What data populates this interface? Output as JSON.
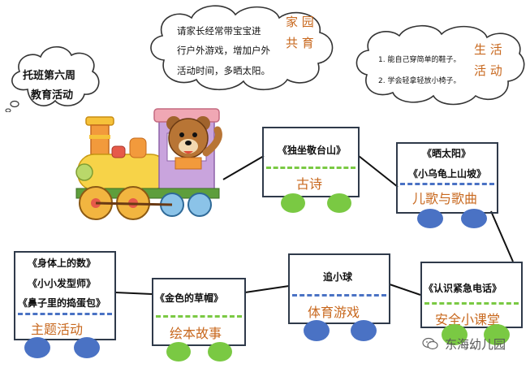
{
  "title_cloud": {
    "line1": "托班第六周",
    "line2": "教育活动"
  },
  "home_garden": {
    "heading_line1": "家 园",
    "heading_line2": "共 育",
    "text_lines": [
      "请家长经常带宝宝进",
      "行户外游戏，增加户外",
      "活动时间，多晒太阳。"
    ]
  },
  "life_activity": {
    "heading_line1": "生 活",
    "heading_line2": "活 动",
    "items": [
      "1. 能自己穿简单的鞋子。",
      "2. 学会轻拿轻放小椅子。"
    ]
  },
  "cars": {
    "poem": {
      "items": [
        "《独坐敬台山》"
      ],
      "category": "古诗"
    },
    "songs": {
      "items": [
        "《晒太阳》",
        "《小乌龟上山坡》"
      ],
      "category": "儿歌与歌曲"
    },
    "safety": {
      "items": [
        "《认识紧急电话》"
      ],
      "category": "安全小课堂"
    },
    "sports": {
      "items": [
        "追小球"
      ],
      "category": "体育游戏"
    },
    "picture_book": {
      "items": [
        "《金色的草帽》"
      ],
      "category": "绘本故事"
    },
    "theme": {
      "items": [
        "《身体上的数》",
        "《小小发型师》",
        "《鼻子里的捣蛋包》"
      ],
      "category": "主题活动"
    }
  },
  "watermark": "东海幼儿园",
  "colors": {
    "green_accent": "#7ac943",
    "blue_accent": "#4a72c4",
    "orange_text": "#c8681e",
    "car_fill": "#ffffff",
    "car_border": "#2f3a4a"
  }
}
